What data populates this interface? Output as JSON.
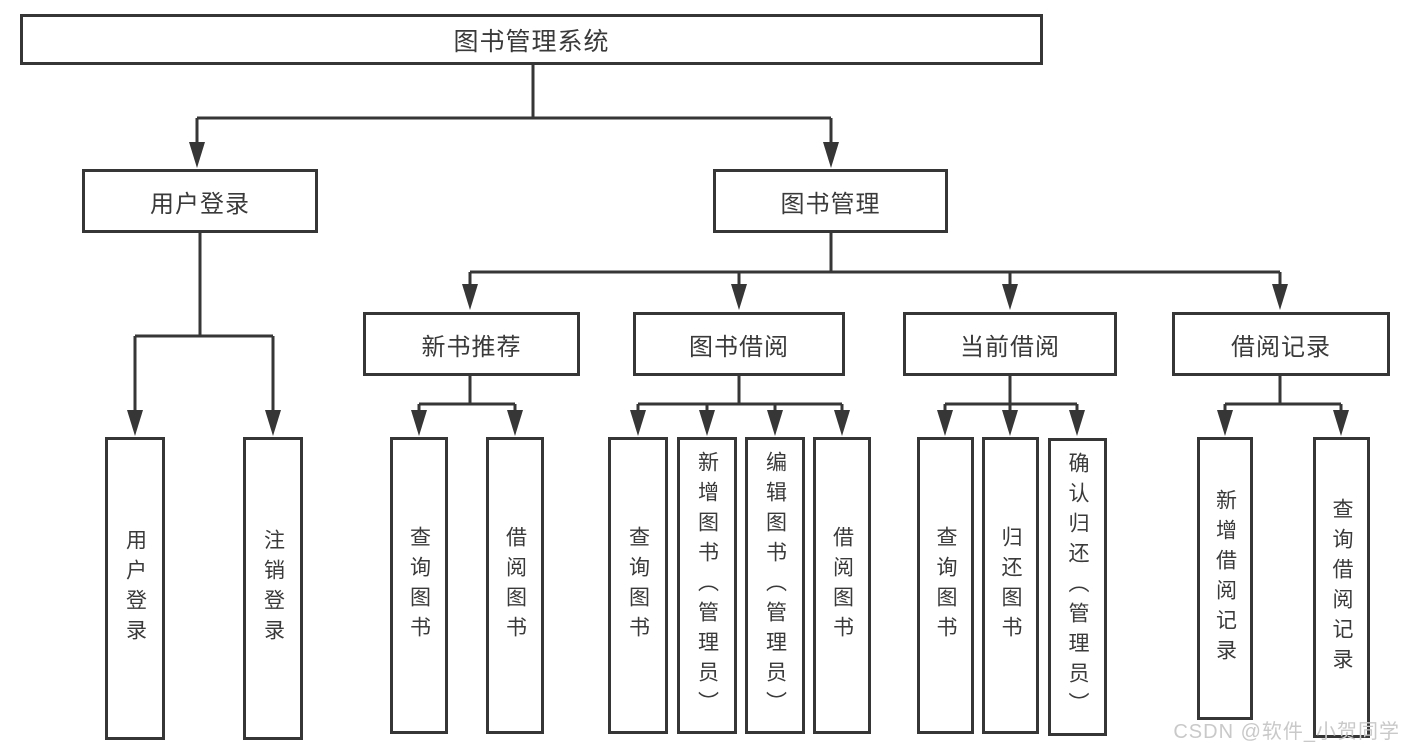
{
  "diagram": {
    "tree": {
      "root": {
        "label": "图书管理系统"
      },
      "branches": [
        {
          "label": "用户登录",
          "children": [
            {
              "label": "用户登录"
            },
            {
              "label": "注销登录"
            }
          ]
        },
        {
          "label": "图书管理",
          "groups": [
            {
              "label": "新书推荐",
              "children": [
                {
                  "label": "查询图书"
                },
                {
                  "label": "借阅图书"
                }
              ]
            },
            {
              "label": "图书借阅",
              "children": [
                {
                  "label": "查询图书"
                },
                {
                  "label": "新增图书（管理员）"
                },
                {
                  "label": "编辑图书（管理员）"
                },
                {
                  "label": "借阅图书"
                }
              ]
            },
            {
              "label": "当前借阅",
              "children": [
                {
                  "label": "查询图书"
                },
                {
                  "label": "归还图书"
                },
                {
                  "label": "确认归还（管理员）"
                }
              ]
            },
            {
              "label": "借阅记录",
              "children": [
                {
                  "label": "新增借阅记录"
                },
                {
                  "label": "查询借阅记录"
                }
              ]
            }
          ]
        }
      ]
    }
  },
  "watermark": {
    "text": "CSDN @软件_小贺同学"
  },
  "colors": {
    "line": "#363636",
    "box_border": "#363636",
    "text": "#3a3a3a",
    "watermark": "#c9c9c9",
    "background": "#ffffff"
  }
}
